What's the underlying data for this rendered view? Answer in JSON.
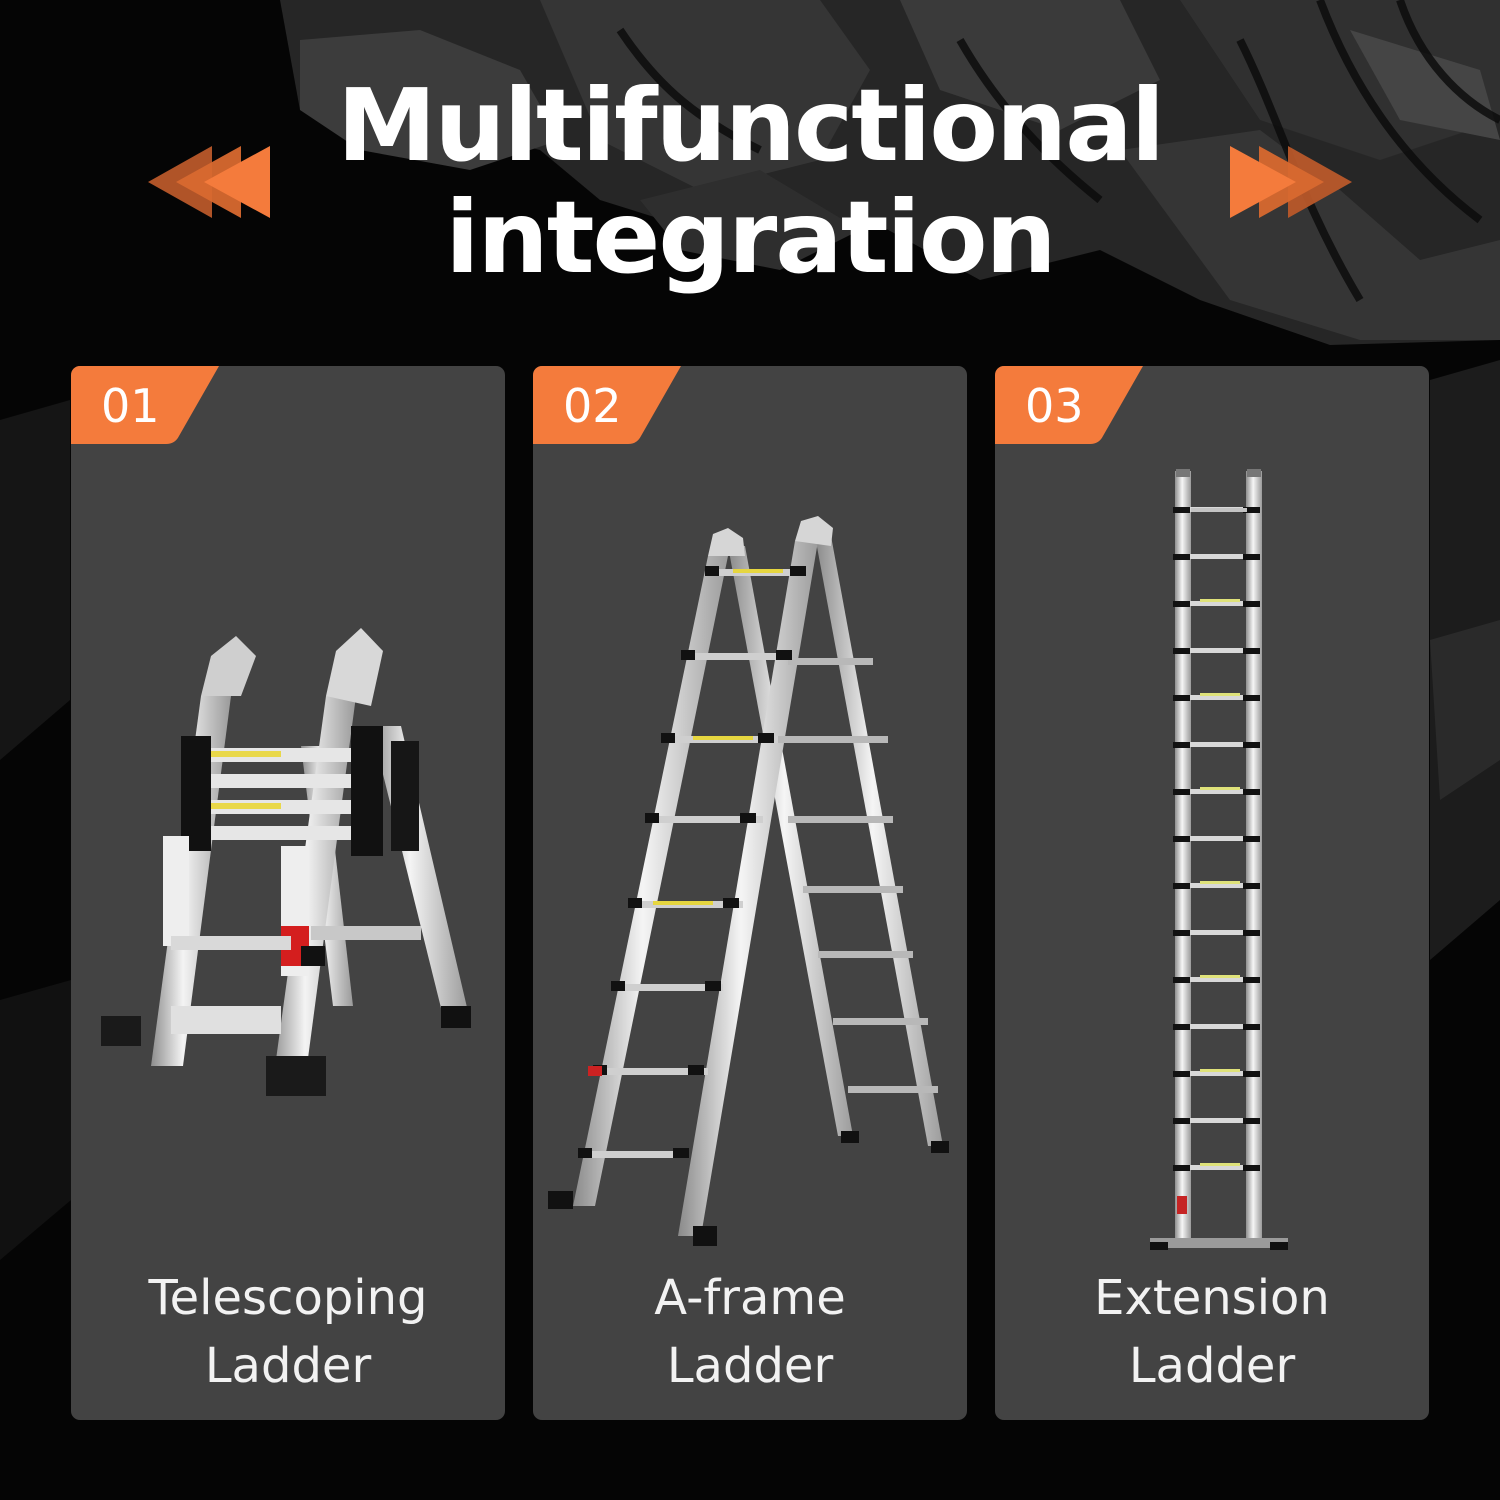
{
  "header": {
    "title_line1": "Multifunctional",
    "title_line2": "integration",
    "left_icon": "triple-arrow-left-icon",
    "right_icon": "triple-arrow-right-icon"
  },
  "colors": {
    "accent": "#F47B3C",
    "panel": "#434343",
    "background": "#050505",
    "text": "#FFFFFF"
  },
  "panels": [
    {
      "number": "01",
      "caption_line1": "Telescoping",
      "caption_line2": "Ladder",
      "image": "telescoping-ladder-image"
    },
    {
      "number": "02",
      "caption_line1": "A-frame",
      "caption_line2": "Ladder",
      "image": "a-frame-ladder-image"
    },
    {
      "number": "03",
      "caption_line1": "Extension",
      "caption_line2": "Ladder",
      "image": "extension-ladder-image"
    }
  ]
}
